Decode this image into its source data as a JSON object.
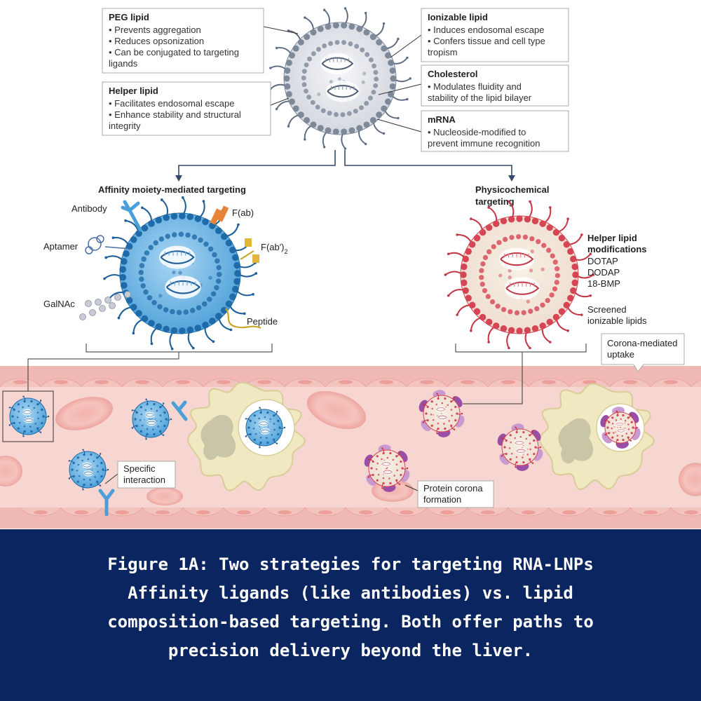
{
  "diagram": {
    "boxes": {
      "peg": {
        "title": "PEG lipid",
        "lines": [
          "• Prevents aggregation",
          "• Reduces opsonization",
          "• Can be conjugated to targeting",
          "   ligands"
        ]
      },
      "helper": {
        "title": "Helper lipid",
        "lines": [
          "• Facilitates endosomal escape",
          "• Enhance stability and structural",
          "   integrity"
        ]
      },
      "ionizable": {
        "title": "Ionizable lipid",
        "lines": [
          "• Induces endosomal escape",
          "• Confers tissue and cell type",
          "   tropism"
        ]
      },
      "cholesterol": {
        "title": "Cholesterol",
        "lines": [
          "• Modulates fluidity and",
          "   stability of the lipid bilayer"
        ]
      },
      "mrna": {
        "title": "mRNA",
        "lines": [
          "• Nucleoside-modified to",
          "   prevent immune recognition"
        ]
      }
    },
    "affinity": {
      "heading": "Affinity moiety-mediated targeting",
      "ligands": {
        "antibody": "Antibody",
        "fab": "F(ab)",
        "fab2": "F(ab′)",
        "fab2_sub": "2",
        "aptamer": "Aptamer",
        "galnac": "GalNAc",
        "peptide": "Peptide"
      }
    },
    "physico": {
      "heading_line1": "Physicochemical",
      "heading_line2": "targeting",
      "mod_title_line1": "Helper lipid",
      "mod_title_line2": "modifications",
      "mods": [
        "DOTAP",
        "DODAP",
        "18-BMP"
      ],
      "screened_line1": "Screened",
      "screened_line2": "ionizable lipids"
    },
    "vessel": {
      "specific_line1": "Specific",
      "specific_line2": "interaction",
      "corona_line1": "Protein corona",
      "corona_line2": "formation",
      "uptake_line1": "Corona-mediated",
      "uptake_line2": "uptake"
    }
  },
  "colors": {
    "affinity_lnp": "#4a9fd8",
    "physico_lnp": "#d64553",
    "vessel": "#f7d6d2",
    "caption_band": "#0a2560"
  },
  "caption": {
    "lines": [
      "Figure 1A: Two strategies for targeting RNA-LNPs",
      " Affinity ligands (like antibodies) vs. lipid",
      "composition-based targeting. Both offer paths to",
      "precision delivery beyond the liver."
    ]
  }
}
